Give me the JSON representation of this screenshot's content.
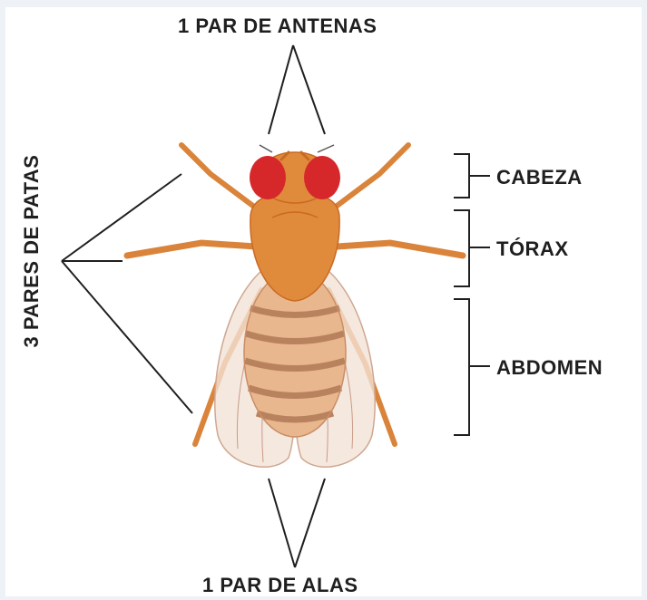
{
  "labels": {
    "antenas": "1 PAR DE ANTENAS",
    "alas": "1 PAR DE ALAS",
    "patas": "3 PARES DE PATAS",
    "cabeza": "CABEZA",
    "torax": "TÓRAX",
    "abdomen": "ABDOMEN"
  },
  "colors": {
    "body": "#e08a3c",
    "body_dark": "#c96a22",
    "eye": "#d6282a",
    "abdomen_stripe": "#b9825e",
    "wing": "#f2e2d6",
    "line": "#1f1f1f",
    "frame": "#eef1f6"
  }
}
